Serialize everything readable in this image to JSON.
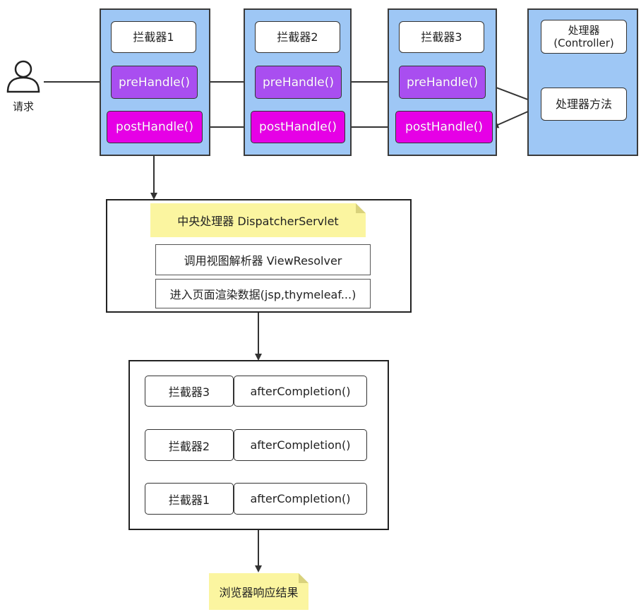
{
  "user": {
    "label": "请求"
  },
  "interceptors": [
    {
      "title": "拦截器1",
      "pre": "preHandle()",
      "post": "postHandle()"
    },
    {
      "title": "拦截器2",
      "pre": "preHandle()",
      "post": "postHandle()"
    },
    {
      "title": "拦截器3",
      "pre": "preHandle()",
      "post": "postHandle()"
    }
  ],
  "controller": {
    "title": "处理器\n(Controller)",
    "method": "处理器方法"
  },
  "dispatcher": {
    "note": "中央处理器 DispatcherServlet",
    "view_resolver": "调用视图解析器 ViewResolver",
    "render": "进入页面渲染数据(jsp,thymeleaf...)"
  },
  "completion": [
    {
      "interceptor": "拦截器3",
      "method": "afterCompletion()"
    },
    {
      "interceptor": "拦截器2",
      "method": "afterCompletion()"
    },
    {
      "interceptor": "拦截器1",
      "method": "afterCompletion()"
    }
  ],
  "response": {
    "note": "浏览器响应结果"
  },
  "colors": {
    "column_bg": "#9ec7f5",
    "pre_handle": "#a94ef0",
    "post_handle": "#e600e6",
    "note": "#fbf5a0"
  }
}
